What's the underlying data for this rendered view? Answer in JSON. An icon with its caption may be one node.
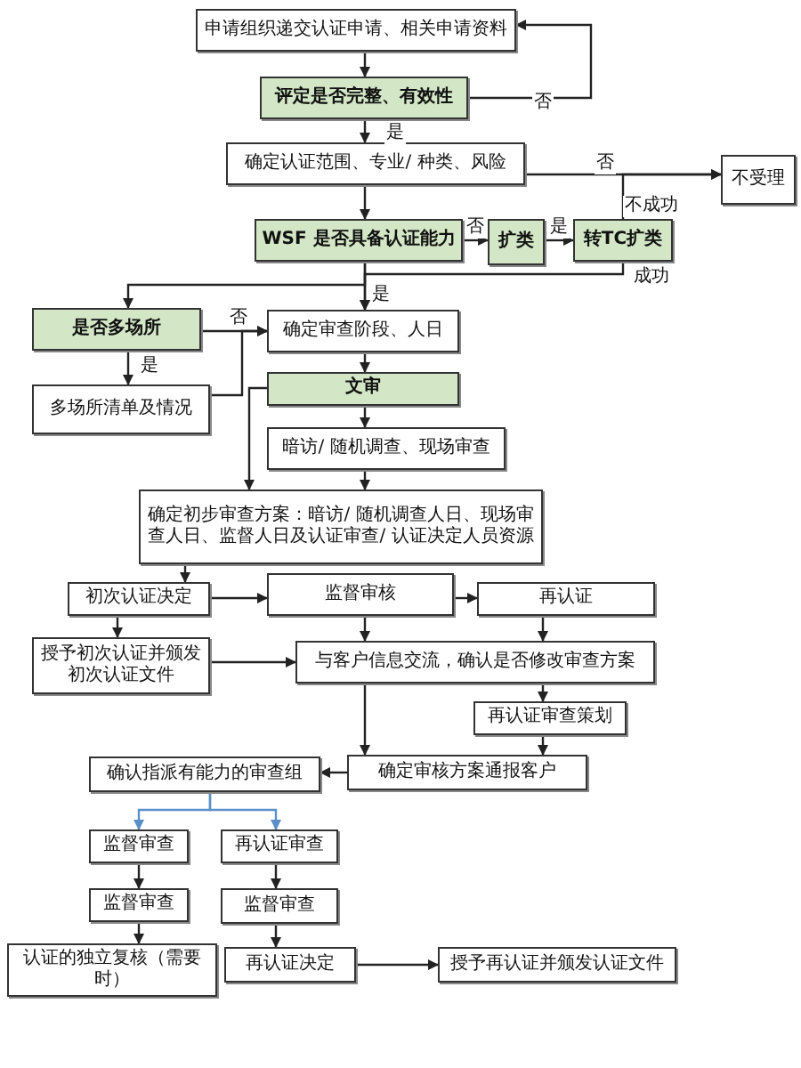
{
  "diagram": {
    "nodes": [
      {
        "text": [
          "申请组织递交认证申请、相关申请资料"
        ]
      },
      {
        "text": [
          "评定是否完整、有效性"
        ]
      },
      {
        "text": [
          "确定认证范围、专业/ 种类、风险"
        ]
      },
      {
        "text": [
          "不受理"
        ]
      },
      {
        "text": [
          "WSF 是否具备认证能力"
        ]
      },
      {
        "text": [
          "扩类"
        ]
      },
      {
        "text": [
          "转TC扩类"
        ]
      },
      {
        "text": [
          "是否多场所"
        ]
      },
      {
        "text": [
          "确定审查阶段、人日"
        ]
      },
      {
        "text": [
          "多场所清单及情况"
        ]
      },
      {
        "text": [
          "文审"
        ]
      },
      {
        "text": [
          "暗访/ 随机调查、现场审查"
        ]
      },
      {
        "text": [
          "确定初步审查方案：暗访/ 随机调查人日、现场审查人日、监督人日及认证审查/ 认证决定人员资源"
        ]
      },
      {
        "text": [
          "初次认证决定"
        ]
      },
      {
        "text": [
          "监督审核"
        ]
      },
      {
        "text": [
          "再认证"
        ]
      },
      {
        "text": [
          "授予初次认证并颁发初次认证文件"
        ]
      },
      {
        "text": [
          "与客户信息交流，确认是否修改审查方案"
        ]
      },
      {
        "text": [
          "再认证审查策划"
        ]
      },
      {
        "text": [
          "确认指派有能力的审查组"
        ]
      },
      {
        "text": [
          "确定审核方案通报客户"
        ]
      },
      {
        "text": [
          "监督审查"
        ]
      },
      {
        "text": [
          "再认证审查"
        ]
      },
      {
        "text": [
          "监督审查"
        ]
      },
      {
        "text": [
          "监督审查"
        ]
      },
      {
        "text": [
          "认证的独立复核（需要时）"
        ]
      },
      {
        "text": [
          "再认证决定"
        ]
      },
      {
        "text": [
          "授予再认证并颁发认证文件"
        ]
      }
    ],
    "edges": [
      {
        "from": 0,
        "to": 1,
        "arrow": "to"
      },
      {
        "from": 1,
        "to": 0,
        "arrow": "to",
        "label": "否"
      },
      {
        "from": 1,
        "to": 2,
        "arrow": "to",
        "label": "是"
      },
      {
        "from": 2,
        "to": 3,
        "arrow": "to",
        "label": "否"
      },
      {
        "from": 2,
        "to": 4,
        "arrow": "to"
      },
      {
        "from": 4,
        "to": 5,
        "arrow": "to",
        "label": "否"
      },
      {
        "from": 5,
        "to": 6,
        "arrow": "to",
        "label": "是"
      },
      {
        "from": 6,
        "to": 3,
        "arrow": "to",
        "label": "不成功"
      },
      {
        "from": 6,
        "to": 8,
        "arrow": "to",
        "label": "成功"
      },
      {
        "from": 4,
        "to": 8,
        "arrow": "to",
        "label": "是"
      },
      {
        "from": 4,
        "to": 7,
        "arrow": "to"
      },
      {
        "from": 7,
        "to": 8,
        "arrow": "to",
        "label": "否"
      },
      {
        "from": 7,
        "to": 9,
        "arrow": "to",
        "label": "是"
      },
      {
        "from": 9,
        "to": 8,
        "arrow": "to"
      },
      {
        "from": 8,
        "to": 10,
        "arrow": "to"
      },
      {
        "from": 10,
        "to": 11,
        "arrow": "to"
      },
      {
        "from": 10,
        "to": 12,
        "arrow": "to"
      },
      {
        "from": 11,
        "to": 12,
        "arrow": "to"
      },
      {
        "from": 12,
        "to": 13,
        "arrow": "to"
      },
      {
        "from": 13,
        "to": 14,
        "arrow": "to"
      },
      {
        "from": 14,
        "to": 15,
        "arrow": "to"
      },
      {
        "from": 13,
        "to": 16,
        "arrow": "to"
      },
      {
        "from": 14,
        "to": 17,
        "arrow": "to"
      },
      {
        "from": 15,
        "to": 17,
        "arrow": "to"
      },
      {
        "from": 16,
        "to": 17,
        "arrow": "to"
      },
      {
        "from": 17,
        "to": 18,
        "arrow": "to"
      },
      {
        "from": 17,
        "to": 20,
        "arrow": "to"
      },
      {
        "from": 18,
        "to": 20,
        "arrow": "to"
      },
      {
        "from": 20,
        "to": 19,
        "arrow": "to"
      },
      {
        "from": 19,
        "to": 21,
        "arrow": "to",
        "color": "#5b8fc7"
      },
      {
        "from": 19,
        "to": 22,
        "arrow": "to",
        "color": "#5b8fc7"
      },
      {
        "from": 21,
        "to": 23,
        "arrow": "to"
      },
      {
        "from": 22,
        "to": 24,
        "arrow": "to"
      },
      {
        "from": 23,
        "to": 25,
        "arrow": "to"
      },
      {
        "from": 24,
        "to": 26,
        "arrow": "to"
      },
      {
        "from": 26,
        "to": 27,
        "arrow": "to"
      }
    ]
  }
}
